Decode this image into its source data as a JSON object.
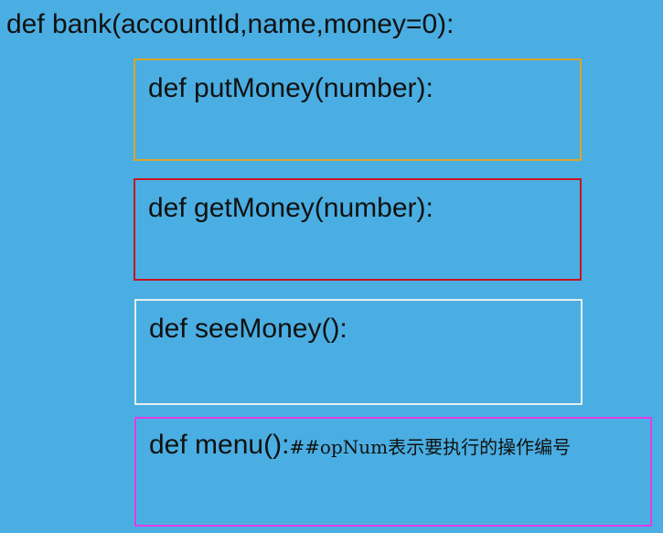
{
  "title": "def bank(accountId,name,money=0):",
  "boxes": [
    {
      "code": "def putMoney(number):",
      "comment": "",
      "border_color": "#d9a62a"
    },
    {
      "code": "def getMoney(number):",
      "comment": "",
      "border_color": "#c8141e"
    },
    {
      "code": "def seeMoney():",
      "comment": "",
      "border_color": "#e6eef2"
    },
    {
      "code": "def menu():",
      "comment": "##opNum表示要执行的操作编号",
      "border_color": "#e23ce6"
    }
  ]
}
